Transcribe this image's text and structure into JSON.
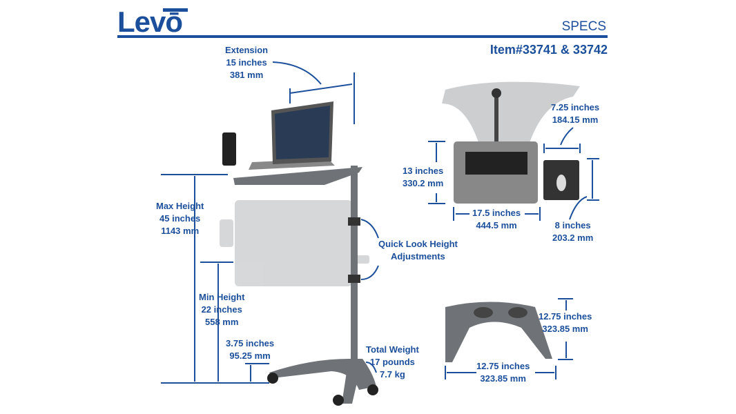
{
  "header": {
    "brand": "Levō",
    "specs_label": "SPECS",
    "item_number": "Item#33741 & 33742"
  },
  "colors": {
    "accent": "#1b4f9c",
    "product_gray": "#6f7378"
  },
  "callouts": {
    "extension": [
      "Extension",
      "15 inches",
      "381 mm"
    ],
    "max_height": [
      "Max Height",
      "45 inches",
      "1143 mm"
    ],
    "min_height": [
      "Min Height",
      "22 inches",
      "558 mm"
    ],
    "base_height": [
      "3.75 inches",
      "95.25 mm"
    ],
    "total_weight": [
      "Total Weight",
      "17 pounds",
      "7.7 kg"
    ],
    "adjustments": [
      "Quick Look Height",
      "Adjustments"
    ],
    "tray_depth": [
      "13 inches",
      "330.2 mm"
    ],
    "tray_width": [
      "17.5 inches",
      "444.5 mm"
    ],
    "mouse_width": [
      "7.25 inches",
      "184.15 mm"
    ],
    "mouse_depth": [
      "8 inches",
      "203.2 mm"
    ],
    "base_depth": [
      "12.75 inches",
      "323.85 mm"
    ],
    "base_width": [
      "12.75 inches",
      "323.85 mm"
    ]
  }
}
